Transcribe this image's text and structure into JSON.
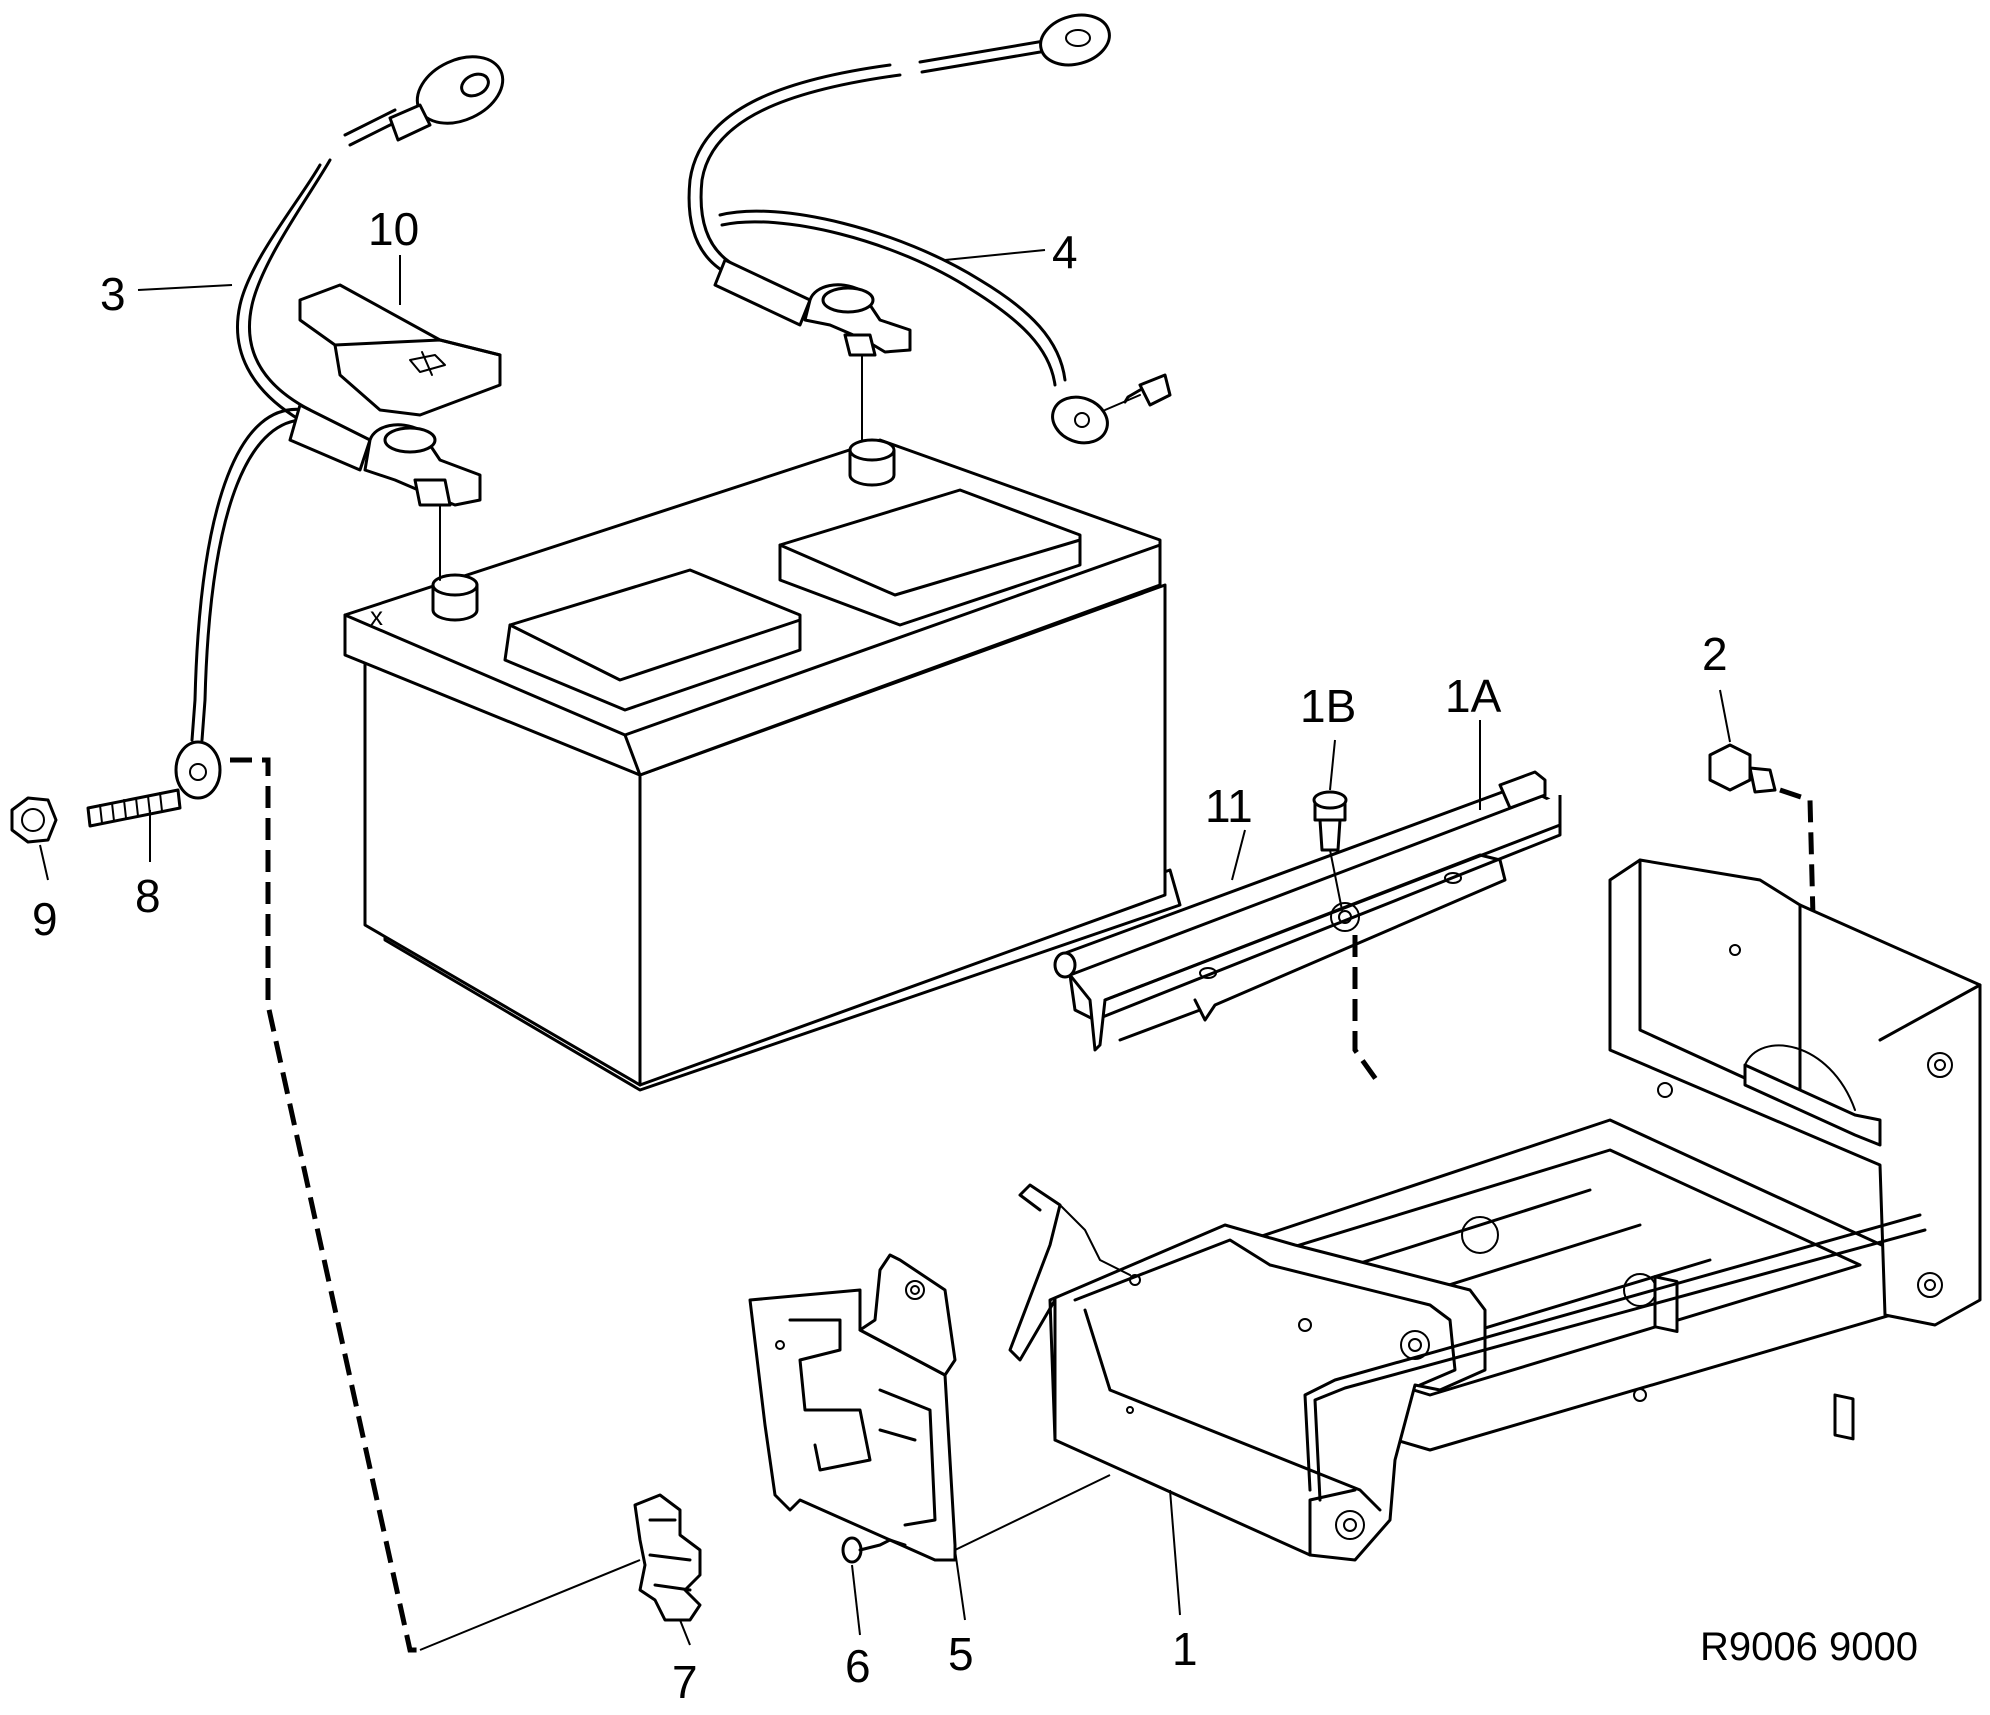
{
  "callouts": [
    {
      "id": "1",
      "text": "1"
    },
    {
      "id": "1A",
      "text": "1A"
    },
    {
      "id": "1B",
      "text": "1B"
    },
    {
      "id": "2",
      "text": "2"
    },
    {
      "id": "3",
      "text": "3"
    },
    {
      "id": "4",
      "text": "4"
    },
    {
      "id": "5",
      "text": "5"
    },
    {
      "id": "6",
      "text": "6"
    },
    {
      "id": "7",
      "text": "7"
    },
    {
      "id": "8",
      "text": "8"
    },
    {
      "id": "9",
      "text": "9"
    },
    {
      "id": "10",
      "text": "10"
    },
    {
      "id": "11",
      "text": "11"
    }
  ],
  "reference_code": "R9006 9000",
  "battery_terminal_mark": "x"
}
